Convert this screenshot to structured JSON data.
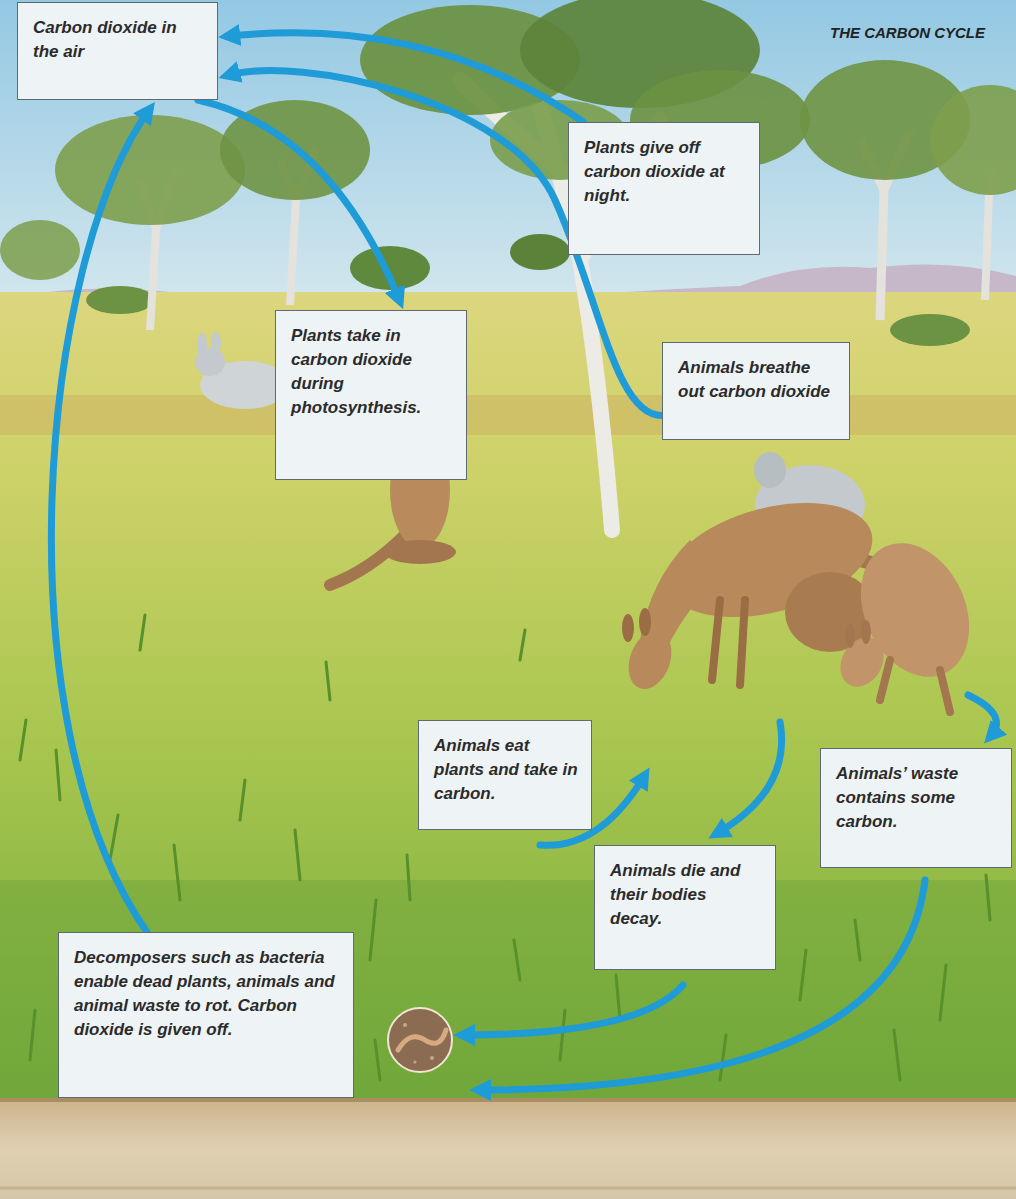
{
  "diagram": {
    "title": "THE CARBON CYCLE",
    "nodes": [
      {
        "text": [
          "Carbon dioxide in the air"
        ]
      },
      {
        "text": [
          "Plants give off carbon dioxide at night."
        ]
      },
      {
        "text": [
          "Plants take in carbon dioxide during photosynthesis."
        ]
      },
      {
        "text": [
          "Animals breathe out carbon dioxide"
        ]
      },
      {
        "text": [
          "Animals eat plants and take in carbon."
        ]
      },
      {
        "text": [
          "Animals’ waste contains some carbon."
        ]
      },
      {
        "text": [
          "Animals die and their bodies decay."
        ]
      },
      {
        "text": [
          "Decomposers such as bacteria enable dead plants, animals and animal waste to rot. Carbon dioxide is given off."
        ]
      }
    ],
    "edges": [
      {
        "from": 1,
        "to": 0,
        "arrow": "to"
      },
      {
        "from": 0,
        "to": 2,
        "arrow": "to"
      },
      {
        "from": 3,
        "to": 0,
        "arrow": "to"
      },
      {
        "from": 7,
        "to": 0,
        "arrow": "to"
      }
    ]
  }
}
